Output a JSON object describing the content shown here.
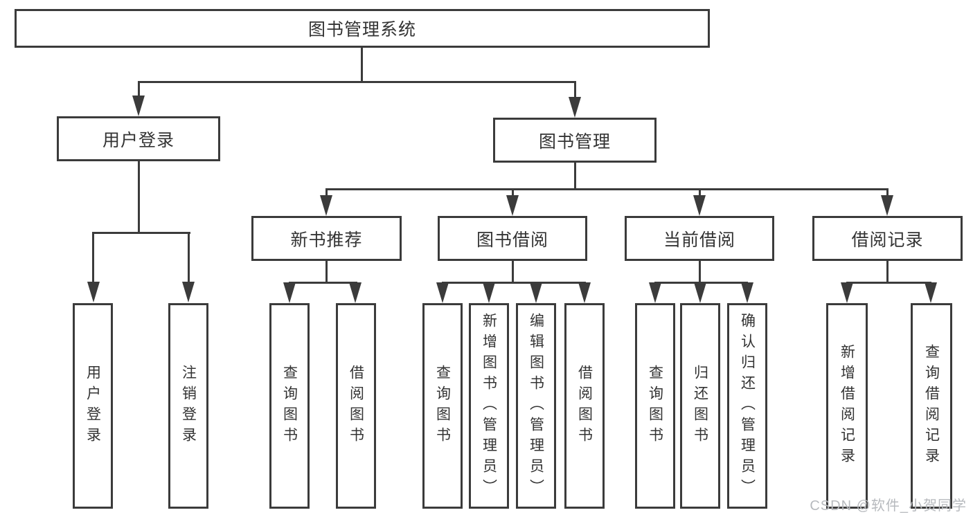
{
  "colors": {
    "line": "#3b3b3b",
    "text": "#333333",
    "watermark": "#b7babe",
    "background": "#ffffff"
  },
  "watermark": {
    "text": "CSDN @软件_小贺同学"
  },
  "tree": {
    "label": "图书管理系统",
    "children": [
      {
        "label": "用户登录",
        "children": [
          {
            "label": "用户登录"
          },
          {
            "label": "注销登录"
          }
        ]
      },
      {
        "label": "图书管理",
        "children": [
          {
            "label": "新书推荐",
            "children": [
              {
                "label": "查询图书"
              },
              {
                "label": "借阅图书"
              }
            ]
          },
          {
            "label": "图书借阅",
            "children": [
              {
                "label": "查询图书"
              },
              {
                "label": "新增图书（管理员）"
              },
              {
                "label": "编辑图书（管理员）"
              },
              {
                "label": "借阅图书"
              }
            ]
          },
          {
            "label": "当前借阅",
            "children": [
              {
                "label": "查询图书"
              },
              {
                "label": "归还图书"
              },
              {
                "label": "确认归还（管理员）"
              }
            ]
          },
          {
            "label": "借阅记录",
            "children": [
              {
                "label": "新增借阅记录"
              },
              {
                "label": "查询借阅记录"
              }
            ]
          }
        ]
      }
    ]
  }
}
